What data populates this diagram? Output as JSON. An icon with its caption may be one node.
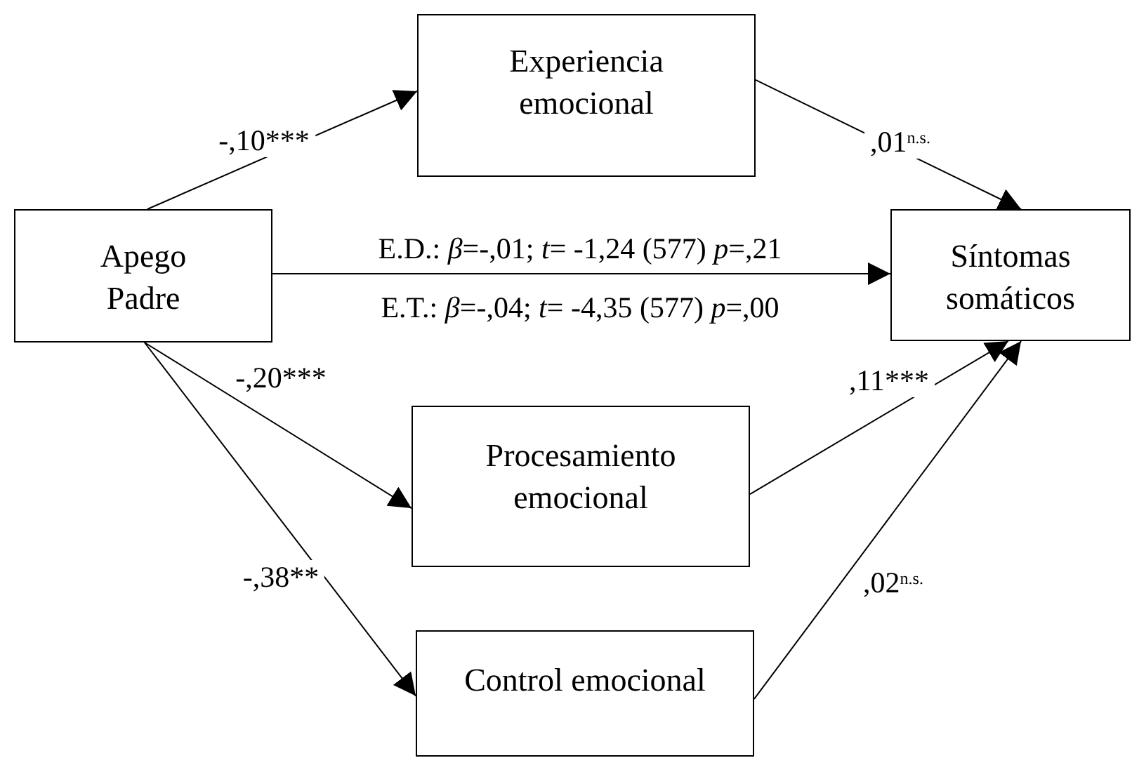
{
  "diagram": {
    "nodes": [
      {
        "text": [
          "Apego Padre"
        ]
      },
      {
        "text": [
          "Experiencia emocional"
        ]
      },
      {
        "text": [
          "Síntomas somáticos"
        ]
      },
      {
        "text": [
          "Procesamiento emocional"
        ]
      },
      {
        "text": [
          "Control emocional"
        ]
      }
    ],
    "edges": [
      {
        "from": 0,
        "to": 1,
        "arrow": "to",
        "label": "-,10***"
      },
      {
        "from": 1,
        "to": 2,
        "arrow": "to",
        "label": ",01$^{n.s.}$"
      },
      {
        "from": 0,
        "to": 2,
        "arrow": "to",
        "label": "E.D.: *β*=-,01; *t*= -1,24 (577) *p*=,21"
      },
      {
        "from": 0,
        "to": 3,
        "arrow": "to",
        "label": "-,20***"
      },
      {
        "from": 0,
        "to": 4,
        "arrow": "to",
        "label": "-,38**"
      },
      {
        "from": 3,
        "to": 2,
        "arrow": "to",
        "label": ",11***"
      },
      {
        "from": 4,
        "to": 2,
        "arrow": "to",
        "label": ",02$^{n.s.}$"
      }
    ],
    "labels": [
      "E.T.: *β*=-,04; *t*= -4,35 (577) *p*=,00"
    ]
  }
}
